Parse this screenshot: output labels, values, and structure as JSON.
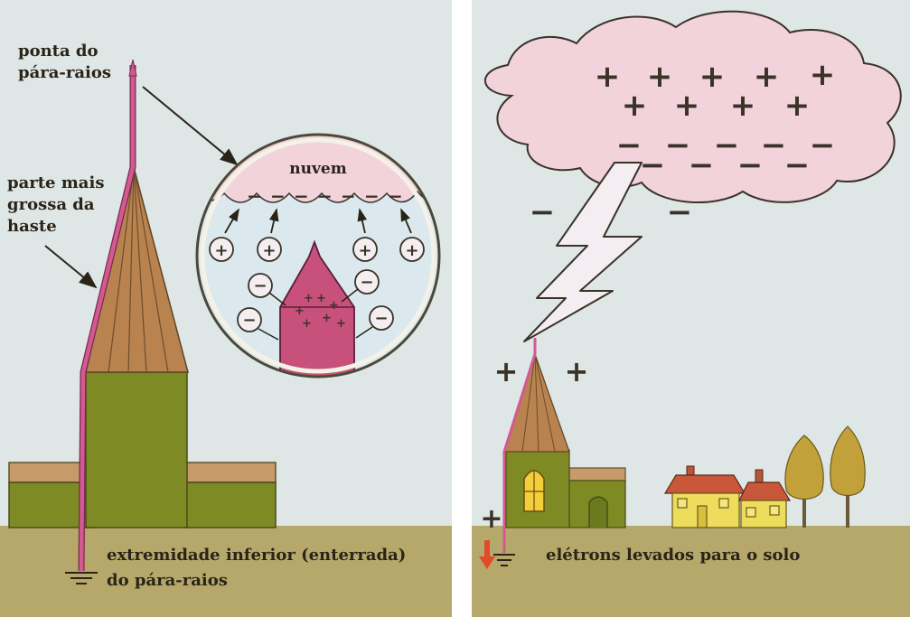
{
  "left_panel": {
    "labels": {
      "rod_tip": [
        "ponta do",
        "pára-raios"
      ],
      "rod_thick": [
        "parte mais",
        "grossa da",
        "haste"
      ],
      "rod_bottom": [
        "extremidade inferior (enterrada)",
        "do pára-raios"
      ]
    },
    "inset": {
      "cloud_label": "nuvem",
      "cloud_charge": "−",
      "air_charges_positive": "+",
      "air_charges_negative": "−",
      "tip_charges": "+"
    }
  },
  "right_panel": {
    "caption": "elétrons levados para o solo",
    "cloud_top_charge": "+",
    "cloud_bottom_charge": "−",
    "side_charge": "−",
    "ground_charge": "+"
  },
  "colors": {
    "sky": "#dfe6e6",
    "ground": "#b6a86a",
    "rod": "#d25a91",
    "cloud": "#f2d3dc",
    "spire": "#b8834e",
    "wall": "#7e8a24"
  }
}
